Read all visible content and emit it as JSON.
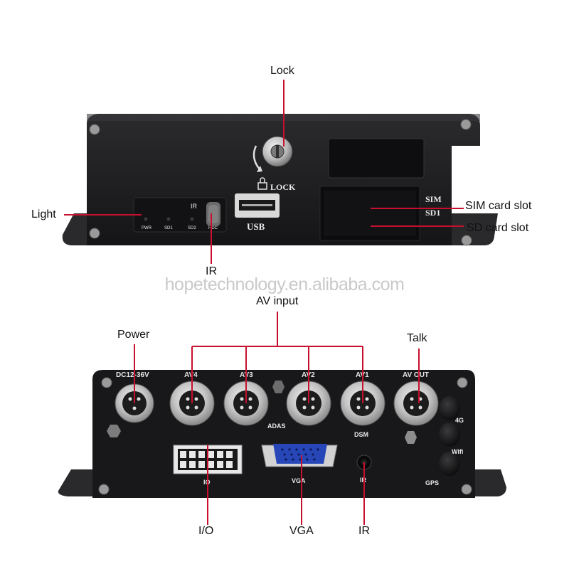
{
  "watermark": "hopetechnology.en.alibaba.com",
  "front_panel": {
    "callouts": {
      "lock": "Lock",
      "light": "Light",
      "ir": "IR",
      "sim_card_slot": "SIM card slot",
      "sd_card_slot": "SD card slot"
    },
    "labels": {
      "lock": "LOCK",
      "ir": "IR",
      "pwr": "PWR",
      "sd1_led": "SD1",
      "sd2_led": "SD2",
      "hdd_led": "HDC",
      "usb": "USB",
      "sim": "SIM",
      "sd1_slot": "SD1"
    }
  },
  "rear_panel": {
    "callouts": {
      "av_input": "AV input",
      "power": "Power",
      "talk": "Talk",
      "io": "I/O",
      "vga": "VGA",
      "ir": "IR"
    },
    "labels": {
      "dc": "DC12-36V",
      "av4": "AV4",
      "av3": "AV3",
      "av2": "AV2",
      "av1": "AV1",
      "av_out": "AV OUT",
      "adas": "ADAS",
      "dsm": "DSM",
      "g4": "4G",
      "wifi": "Wifi",
      "gps": "GPS",
      "io": "IO",
      "vga": "VGA",
      "ir": "IR"
    }
  },
  "colors": {
    "callout_line": "#c8102e",
    "device_body": "#1c1c1e",
    "bracket": "#2a2a2c"
  }
}
